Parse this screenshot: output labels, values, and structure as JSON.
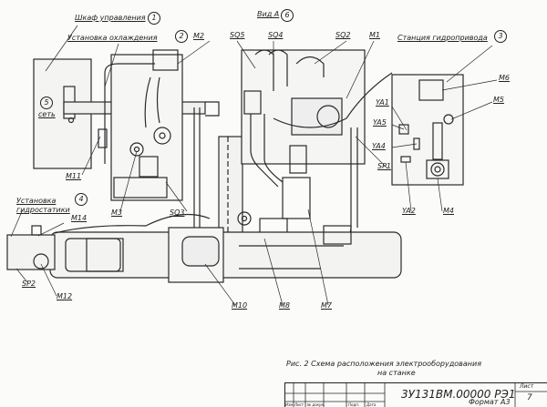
{
  "drawing": {
    "callouts": {
      "cabinet": {
        "label": "Шкаф управления",
        "num": "1"
      },
      "cooling": {
        "label": "Установка охлаждения",
        "num": "2"
      },
      "hydro_station": {
        "label": "Станция гидропривода",
        "num": "3"
      },
      "hydrostatics": {
        "label": "Установка гидростатики",
        "num": "4"
      },
      "network": {
        "label": "сеть",
        "num": "5"
      },
      "view": {
        "label": "Вид А",
        "num": "6"
      }
    },
    "labels": {
      "M1": "М1",
      "M2": "М2",
      "M3": "М3",
      "M4": "М4",
      "M5": "М5",
      "M6": "М6",
      "M7": "М7",
      "M8": "М8",
      "M10": "М10",
      "M11": "М11",
      "M12": "М12",
      "M14": "М14",
      "SQ2": "SQ2",
      "SQ3": "SQ3",
      "SQ4": "SQ4",
      "SQ5": "SQ5",
      "SP1": "SP1",
      "SP2": "SP2",
      "YA1": "YA1",
      "YA2": "YA2",
      "YA4": "YA4",
      "YA5": "YA5"
    }
  },
  "caption": {
    "line1": "Рис. 2 Схема расположения электрооборудования",
    "line2": "на станке"
  },
  "title_block": {
    "designation": "3У131ВМ.00000 РЭ1",
    "sheet_label": "Лист",
    "sheet_num": "7",
    "col_headers": [
      "Изм",
      "Лист",
      "№ докум.",
      "Подп.",
      "Дата"
    ],
    "format": "Формат А3"
  }
}
